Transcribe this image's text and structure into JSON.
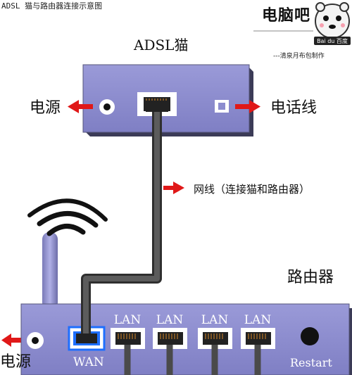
{
  "caption": "ADSL 猫与路由器连接示意图",
  "brand": {
    "title": "电脑吧",
    "logo_text": "Bai du 百度",
    "credit": "---清泉月布包制作"
  },
  "modem": {
    "title": "ADSL猫",
    "power_label": "电源",
    "phone_label": "电话线"
  },
  "cable_label": "网线（连接猫和路由器）",
  "router": {
    "title": "路由器",
    "power_label": "电源",
    "wan_label": "WAN",
    "lan_labels": [
      "LAN",
      "LAN",
      "LAN",
      "LAN"
    ],
    "restart_label": "Restart"
  },
  "colors": {
    "device_body": "#8c8ccf",
    "device_shadow": "#3b3b57",
    "arrow": "#e01818",
    "cable": "#4a4a4a",
    "wan_highlight": "#1e6fff"
  }
}
